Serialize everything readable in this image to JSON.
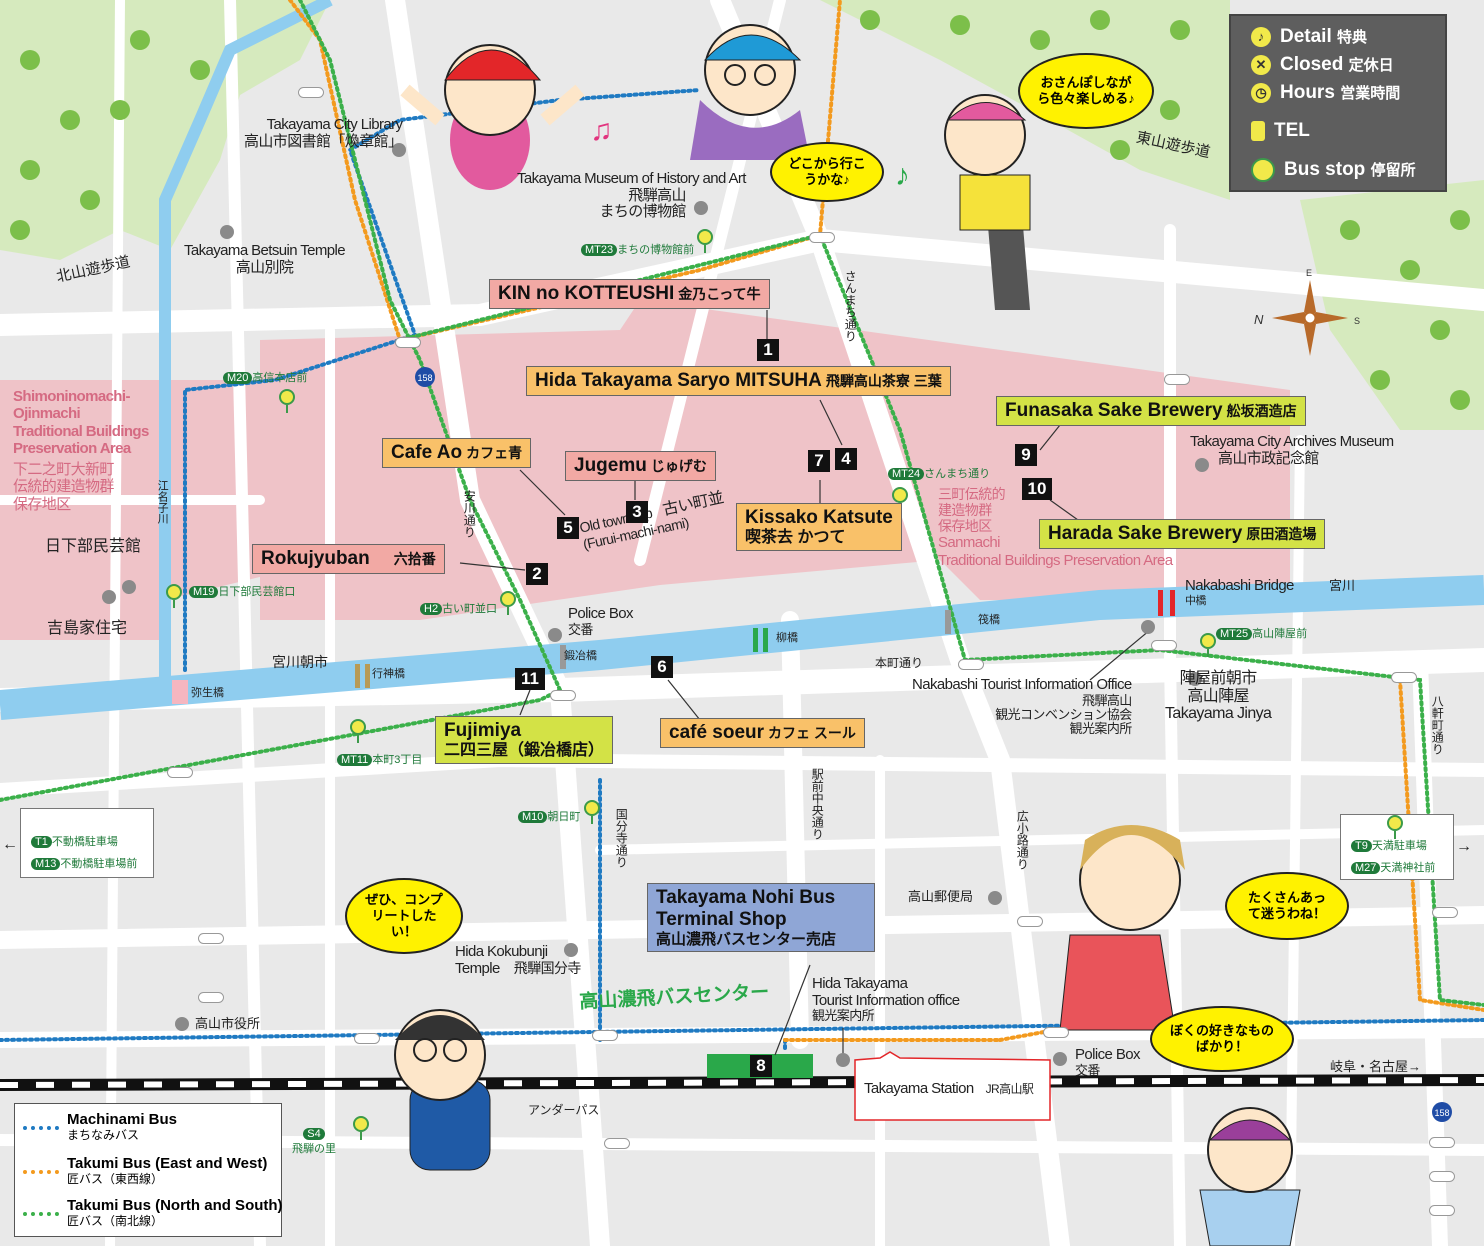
{
  "legend": {
    "detail": {
      "en": "Detail",
      "jp": "特典"
    },
    "closed": {
      "en": "Closed",
      "jp": "定休日"
    },
    "hours": {
      "en": "Hours",
      "jp": "営業時間"
    },
    "tel": {
      "en": "TEL"
    },
    "busstop": {
      "en": "Bus stop",
      "jp": "停留所"
    }
  },
  "bus_legend": {
    "machinami": {
      "en": "Machinami Bus",
      "jp": "まちなみバス",
      "color": "#1f7ac2"
    },
    "takumi_ew": {
      "en": "Takumi Bus (East and West)",
      "jp": "匠バス（東西線）",
      "color": "#f39a1e"
    },
    "takumi_ns": {
      "en": "Takumi Bus (North and South)",
      "jp": "匠バス（南北線）",
      "color": "#3bb04a"
    }
  },
  "shops": [
    {
      "num": "1",
      "en": "KIN no KOTTEUSHI",
      "jp": "金乃こって牛",
      "color": "pink"
    },
    {
      "num": "2",
      "en": "Rokujyuban",
      "jp": "六拾番",
      "color": "pink"
    },
    {
      "num": "3",
      "en": "Jugemu",
      "jp": "じゅげむ",
      "color": "pink"
    },
    {
      "num": "4",
      "en": "Hida Takayama Saryo MITSUHA",
      "jp": "飛騨高山茶寮 三葉",
      "color": "orange"
    },
    {
      "num": "5",
      "en": "Cafe Ao",
      "jp": "カフェ青",
      "color": "orange"
    },
    {
      "num": "6",
      "en": "café soeur",
      "jp": "カフェ スール",
      "color": "orange"
    },
    {
      "num": "7",
      "en": "Kissako Katsute",
      "jp": "喫茶去 かつて",
      "color": "orange"
    },
    {
      "num": "8",
      "en": "Takayama Nohi Bus Terminal Shop",
      "jp": "高山濃飛バスセンター売店",
      "color": "blue"
    },
    {
      "num": "9",
      "en": "Funasaka Sake Brewery",
      "jp": "舩坂酒造店",
      "color": "lime"
    },
    {
      "num": "10",
      "en": "Harada Sake Brewery",
      "jp": "原田酒造場",
      "color": "lime"
    },
    {
      "num": "11",
      "en": "Fujimiya",
      "jp": "二四三屋（鍛冶橋店）",
      "color": "lime"
    }
  ],
  "places": {
    "library": {
      "en": "Takayama City Library",
      "jp": "高山市図書館「煥章館」"
    },
    "museum": {
      "en": "Takayama Museum of History and Art",
      "jp1": "飛騨高山",
      "jp2": "まちの博物館"
    },
    "betsuin": {
      "en": "Takayama Betsuin Temple",
      "jp": "高山別院"
    },
    "shimonino": {
      "en1": "Shimoninomachi-",
      "en2": "Ojinmachi",
      "en3": "Traditional Buildings",
      "en4": "Preservation Area",
      "jp1": "下二之町大新町",
      "jp2": "伝統的建造物群",
      "jp3": "保存地区"
    },
    "kusakabe": {
      "jp": "日下部民芸館"
    },
    "yoshijima": {
      "jp": "吉島家住宅"
    },
    "archives": {
      "en": "Takayama City Archives Museum",
      "jp": "高山市政記念館"
    },
    "sanmachi": {
      "jp1": "三町伝統的",
      "jp2": "建造物群",
      "jp3": "保存地区",
      "en1": "Sanmachi",
      "en2": "Traditional Buildings Preservation Area"
    },
    "oldtown": {
      "en1": "Old township",
      "en2": "(Furui-machi-nami)",
      "jp": "古い町並"
    },
    "police1": {
      "en": "Police Box",
      "jp": "交番"
    },
    "police2": {
      "en": "Police Box",
      "jp": "交番"
    },
    "nakabashi": {
      "en": "Nakabashi Bridge",
      "jp": "中橋"
    },
    "nakabashi_info": {
      "en": "Nakabashi Tourist Information Office",
      "jp1": "飛騨高山",
      "jp2": "観光コンベンション協会",
      "jp3": "観光案内所"
    },
    "jinya": {
      "jp1": "陣屋前朝市",
      "jp2": "高山陣屋",
      "en": "Takayama Jinya"
    },
    "post": {
      "jp": "高山郵便局"
    },
    "kokubunji": {
      "en1": "Hida Kokubunji",
      "en2": "Temple",
      "jp": "飛騨国分寺"
    },
    "cityhall": {
      "jp": "高山市役所"
    },
    "hida_info": {
      "en1": "Hida Takayama",
      "en2": "Tourist Information office",
      "jp": "観光案内所"
    },
    "bus_center": {
      "jp": "高山濃飛バスセンター"
    },
    "station": {
      "en": "Takayama Station",
      "jp": "JR高山駅"
    },
    "underpass": {
      "jp": "アンダーパス"
    },
    "gifu": {
      "jp": "岐阜・名古屋→"
    }
  },
  "streets": {
    "kitayama": "北山遊歩道",
    "higashiyama": "東山遊歩道",
    "sanmachi": "さんまち通り",
    "yasugawa": "安川通り",
    "enakogawa": "江名子川",
    "miyagawa_market": "宮川朝市",
    "miyagawa": "宮川",
    "honmachi": "本町通り",
    "ekimae": "駅前中央通り",
    "kokubunji": "国分寺通り",
    "hirokoji": "広小路通り",
    "hachiken": "八軒町通り",
    "kajibashi": "鍛冶橋",
    "yanagibashi": "柳橋",
    "gyojinbashi": "行神橋",
    "yayoibashi": "弥生橋",
    "sakurabashi": "筏橋",
    "route158": "158"
  },
  "bus_stops": [
    {
      "code": "MT23",
      "name": "まちの博物館前"
    },
    {
      "code": "M20",
      "name": "高信本店前"
    },
    {
      "code": "M19",
      "name": "日下部民芸館口"
    },
    {
      "code": "H2",
      "name": "古い町並口"
    },
    {
      "code": "MT24",
      "name": "さんまち通り"
    },
    {
      "code": "MT25",
      "name": "高山陣屋前"
    },
    {
      "code": "MT11",
      "name": "本町3丁目"
    },
    {
      "code": "M10",
      "name": "朝日町"
    },
    {
      "code": "S4",
      "name": "飛騨の里"
    },
    {
      "code": "T1",
      "name": "不動橋駐車場"
    },
    {
      "code": "M13",
      "name": "不動橋駐車場前"
    },
    {
      "code": "T9",
      "name": "天満駐車場"
    },
    {
      "code": "M27",
      "name": "天満神社前"
    }
  ],
  "speech": {
    "b1": "どこから行こうかな♪",
    "b2": "おさんぽしながら色々楽しめる♪",
    "b3": "ぜひ、コンプリートしたい！",
    "b4": "たくさんあって迷うわね！",
    "b5": "ぼくの好きなものばかり！"
  },
  "compass": {
    "n": "N",
    "s": "S",
    "e": "E"
  },
  "colors": {
    "machinami": "#1f7ac2",
    "takumi_ew": "#f39a1e",
    "takumi_ns": "#3bb04a",
    "river": "#8fcdef",
    "preservation": "#efc3c8",
    "road": "#ffffff",
    "rail": "#111111"
  }
}
